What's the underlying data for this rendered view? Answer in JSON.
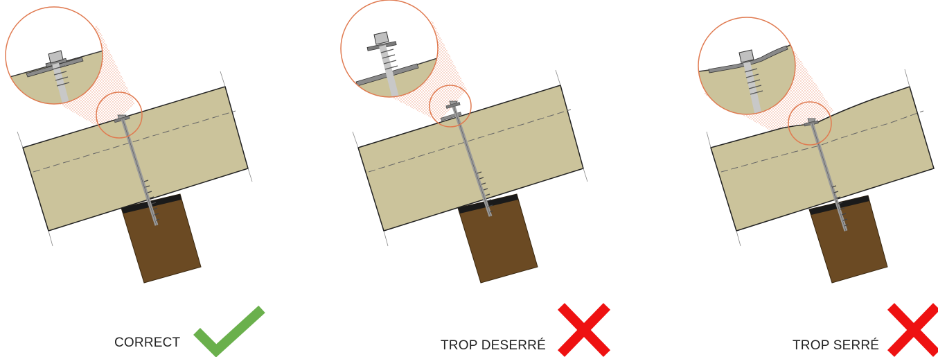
{
  "panels": [
    {
      "caption": "CORRECT",
      "verdict": "check-icon"
    },
    {
      "caption": "TROP DESERRÉ",
      "verdict": "cross-icon"
    },
    {
      "caption": "TROP SERRÉ",
      "verdict": "cross-icon"
    }
  ],
  "colors": {
    "panel_wood": "#cbc39b",
    "post_wood": "#6b4a23",
    "screw": "#b9b9b9",
    "magnifier": "#f0a080",
    "check": "#6ab04c",
    "cross": "#ee1111"
  }
}
